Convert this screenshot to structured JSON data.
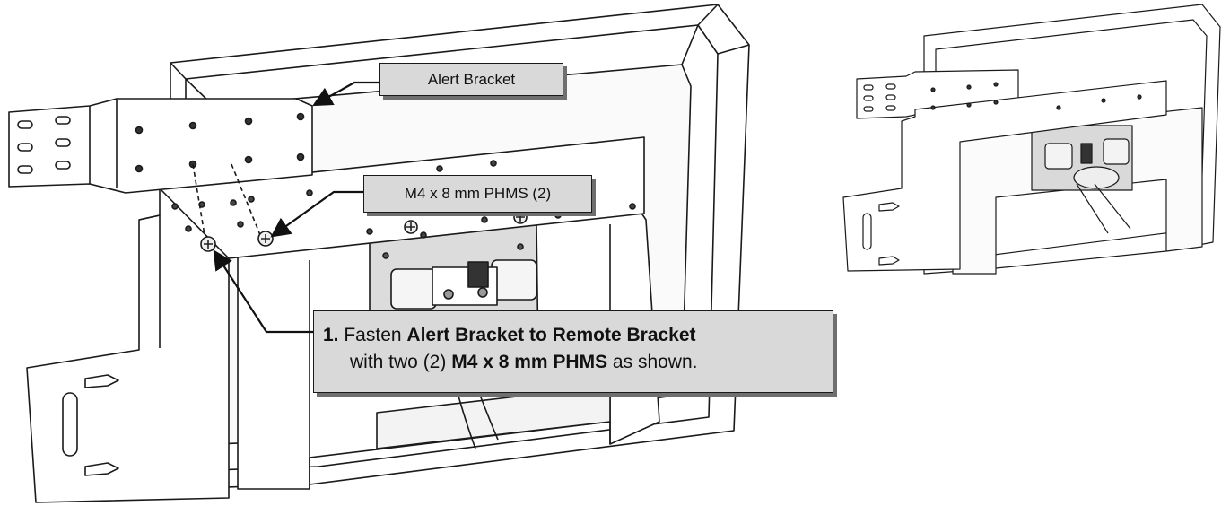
{
  "callouts": {
    "alert_bracket": "Alert Bracket",
    "screws": "M4 x 8 mm PHMS (2)"
  },
  "instruction": {
    "number": "1.",
    "text_1": "Fasten ",
    "bold_1": "Alert Bracket to Remote Bracket",
    "text_2": "with two (2) ",
    "bold_2": "M4 x 8 mm PHMS",
    "text_3": " as shown."
  }
}
